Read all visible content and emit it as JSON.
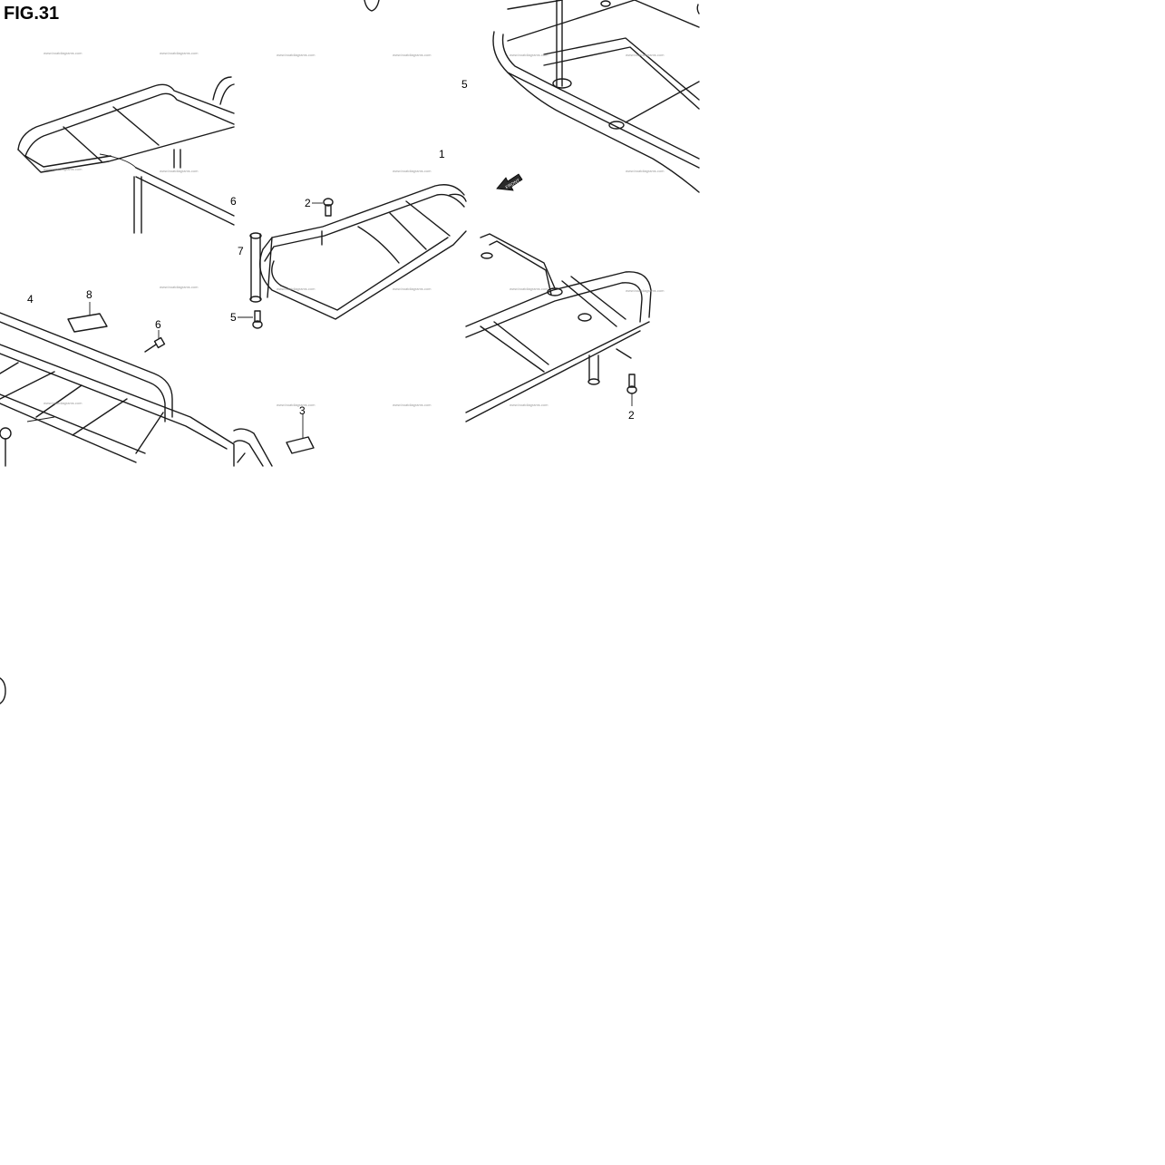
{
  "figure": {
    "title": "FIG.31"
  },
  "callouts": {
    "c1": "1",
    "c2a": "2",
    "c2b": "2",
    "c3": "3",
    "c4": "4",
    "c5a": "5",
    "c5b": "5",
    "c6a": "6",
    "c6b": "6",
    "c7": "7",
    "c8": "8"
  },
  "direction_arrow": {
    "label": "FRONT"
  },
  "watermark": "www.boatdiagrams.com"
}
